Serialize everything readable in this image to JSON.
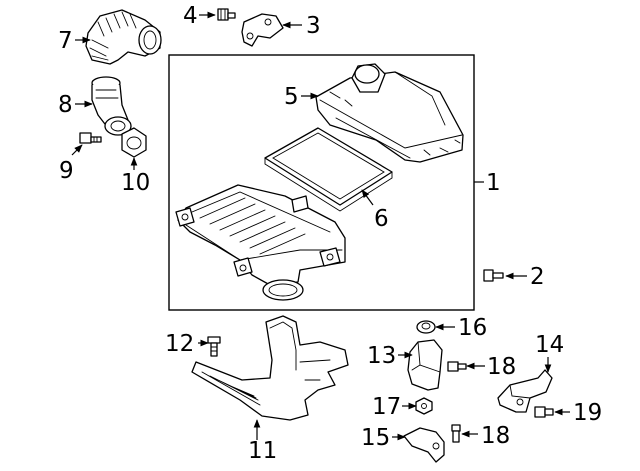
{
  "diagram": {
    "callouts": [
      {
        "id": "1",
        "label": "1"
      },
      {
        "id": "2",
        "label": "2"
      },
      {
        "id": "3",
        "label": "3"
      },
      {
        "id": "4",
        "label": "4"
      },
      {
        "id": "5",
        "label": "5"
      },
      {
        "id": "6",
        "label": "6"
      },
      {
        "id": "7",
        "label": "7"
      },
      {
        "id": "8",
        "label": "8"
      },
      {
        "id": "9",
        "label": "9"
      },
      {
        "id": "10",
        "label": "10"
      },
      {
        "id": "11",
        "label": "11"
      },
      {
        "id": "12",
        "label": "12"
      },
      {
        "id": "13",
        "label": "13"
      },
      {
        "id": "14",
        "label": "14"
      },
      {
        "id": "15",
        "label": "15"
      },
      {
        "id": "16",
        "label": "16"
      },
      {
        "id": "17",
        "label": "17"
      },
      {
        "id": "18a",
        "label": "18"
      },
      {
        "id": "18b",
        "label": "18"
      },
      {
        "id": "19",
        "label": "19"
      }
    ]
  }
}
